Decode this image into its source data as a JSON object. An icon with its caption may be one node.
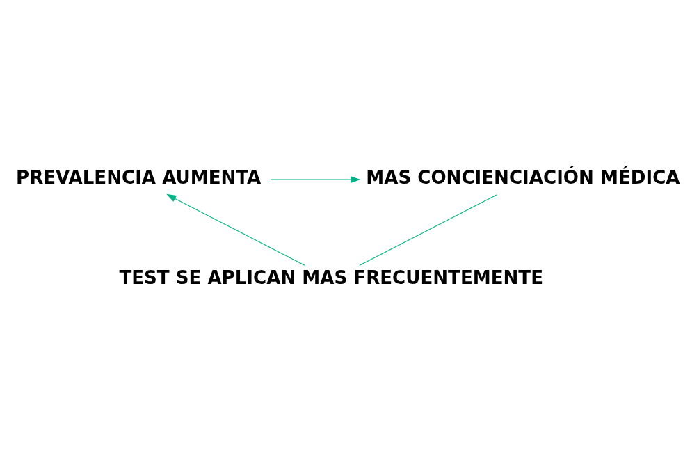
{
  "diagram": {
    "nodes": [
      {
        "text": [
          "PREVALENCIA AUMENTA"
        ]
      },
      {
        "text": [
          "MAS CONCIENCIACIÓN MÉDICA"
        ]
      },
      {
        "text": [
          "TEST SE APLICAN MAS FRECUENTEMENTE"
        ]
      }
    ],
    "edges": [
      {
        "from": 0,
        "to": 1,
        "arrow": "to"
      },
      {
        "from": 1,
        "to": 2,
        "arrow": "none"
      },
      {
        "from": 2,
        "to": 0,
        "arrow": "to"
      }
    ]
  }
}
